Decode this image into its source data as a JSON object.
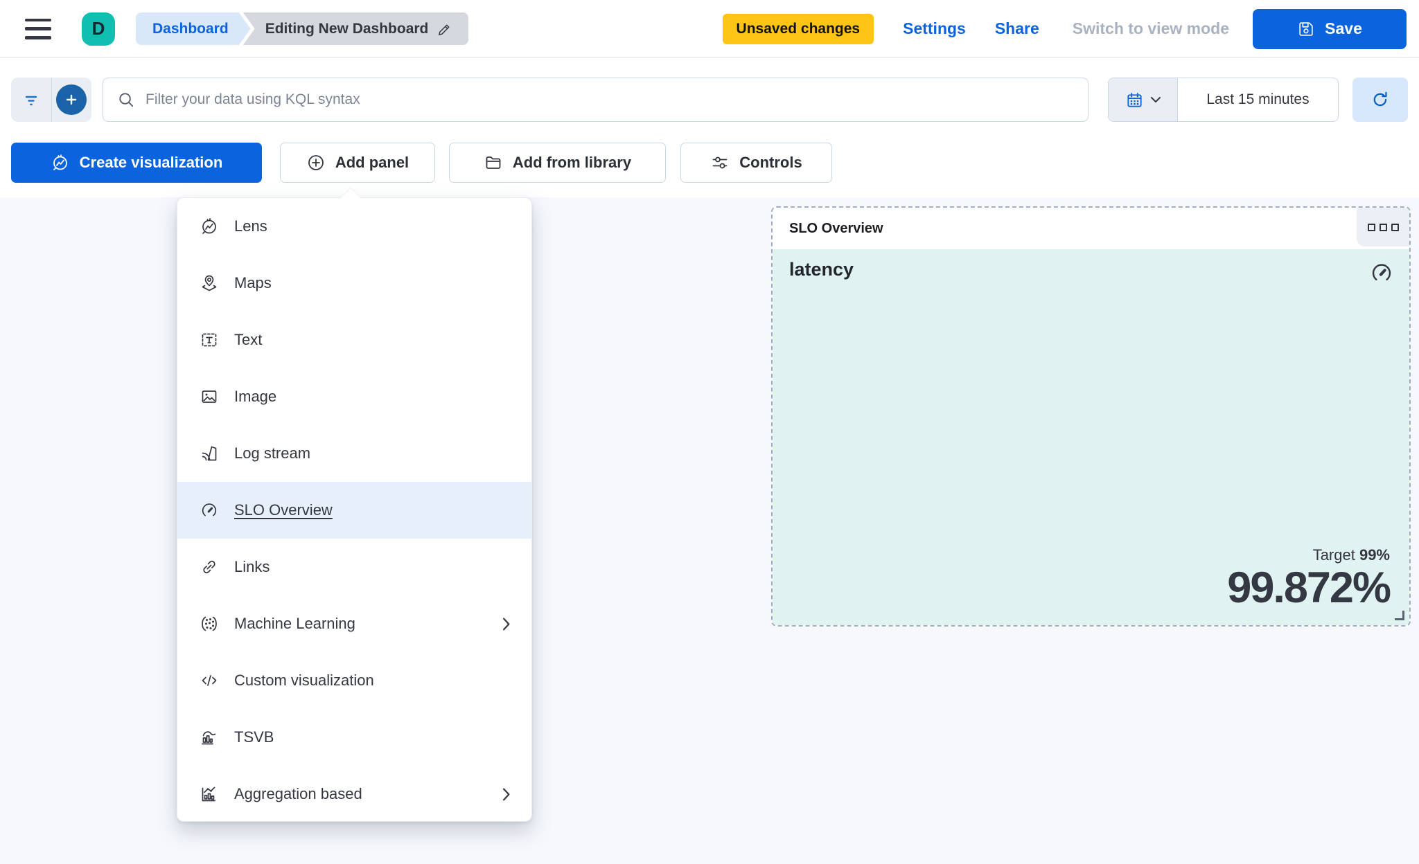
{
  "top_bar": {
    "app_initial": "D",
    "breadcrumb_root": "Dashboard",
    "breadcrumb_current": "Editing New Dashboard",
    "unsaved_badge": "Unsaved changes",
    "settings_label": "Settings",
    "share_label": "Share",
    "switch_label": "Switch to view mode",
    "save_label": "Save"
  },
  "query_bar": {
    "search_placeholder": "Filter your data using KQL syntax",
    "time_range": "Last 15 minutes"
  },
  "toolbar": {
    "create_visualization": "Create visualization",
    "add_panel": "Add panel",
    "add_from_library": "Add from library",
    "controls": "Controls"
  },
  "add_panel_menu": {
    "items": [
      {
        "label": "Lens",
        "icon": "lens-icon",
        "selected": false,
        "has_submenu": false
      },
      {
        "label": "Maps",
        "icon": "maps-icon",
        "selected": false,
        "has_submenu": false
      },
      {
        "label": "Text",
        "icon": "text-icon",
        "selected": false,
        "has_submenu": false
      },
      {
        "label": "Image",
        "icon": "image-icon",
        "selected": false,
        "has_submenu": false
      },
      {
        "label": "Log stream",
        "icon": "log-stream-icon",
        "selected": false,
        "has_submenu": false
      },
      {
        "label": "SLO Overview",
        "icon": "slo-gauge-icon",
        "selected": true,
        "has_submenu": false
      },
      {
        "label": "Links",
        "icon": "links-icon",
        "selected": false,
        "has_submenu": false
      },
      {
        "label": "Machine Learning",
        "icon": "machine-learning-icon",
        "selected": false,
        "has_submenu": true
      },
      {
        "label": "Custom visualization",
        "icon": "custom-visualization-icon",
        "selected": false,
        "has_submenu": false
      },
      {
        "label": "TSVB",
        "icon": "tsvb-icon",
        "selected": false,
        "has_submenu": false
      },
      {
        "label": "Aggregation based",
        "icon": "aggregation-based-icon",
        "selected": false,
        "has_submenu": true
      }
    ]
  },
  "slo_panel": {
    "header": "SLO Overview",
    "name": "latency",
    "target_label": "Target",
    "target_value": "99%",
    "value": "99.872%"
  },
  "colors": {
    "primary_blue": "#0b64dd",
    "avatar_teal": "#10bfb0",
    "warning_yellow": "#fec514",
    "panel_body_teal": "#e1f3f0",
    "canvas_bg": "#f6f8fc",
    "text": "#343741",
    "muted_link": "#a9b2c1",
    "menu_highlight": "#e7f0fa",
    "panel_dashed_border": "#9fadc6"
  }
}
